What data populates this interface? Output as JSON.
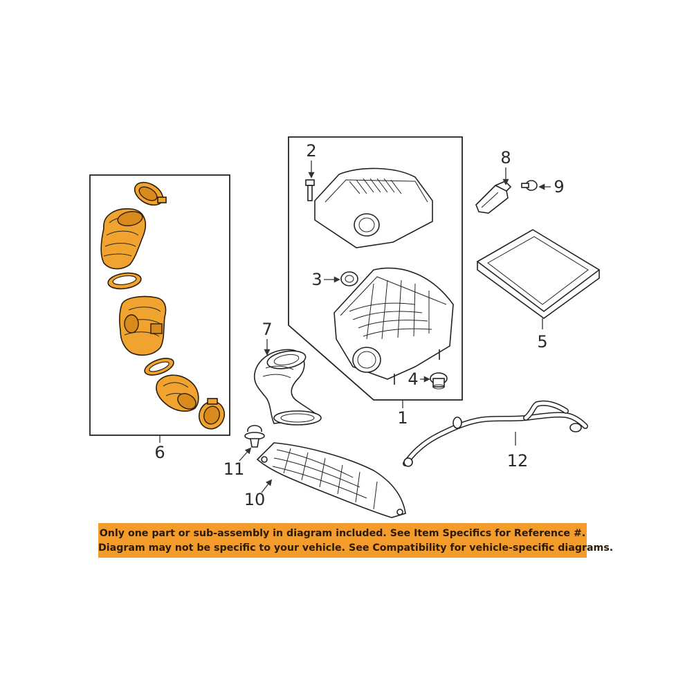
{
  "callouts": {
    "c1": "1",
    "c2": "2",
    "c3": "3",
    "c4": "4",
    "c5": "5",
    "c6": "6",
    "c7": "7",
    "c8": "8",
    "c9": "9",
    "c10": "10",
    "c11": "11",
    "c12": "12"
  },
  "notice": {
    "line1": "Only one part or sub-assembly in diagram included. See Item Specifics for Reference #.",
    "line2": "Diagram may not be specific to your vehicle. See Compatibility for vehicle-specific diagrams."
  },
  "colors": {
    "highlight": "#f0a32f",
    "notice_bg": "#f39c2b",
    "line": "#222222"
  }
}
